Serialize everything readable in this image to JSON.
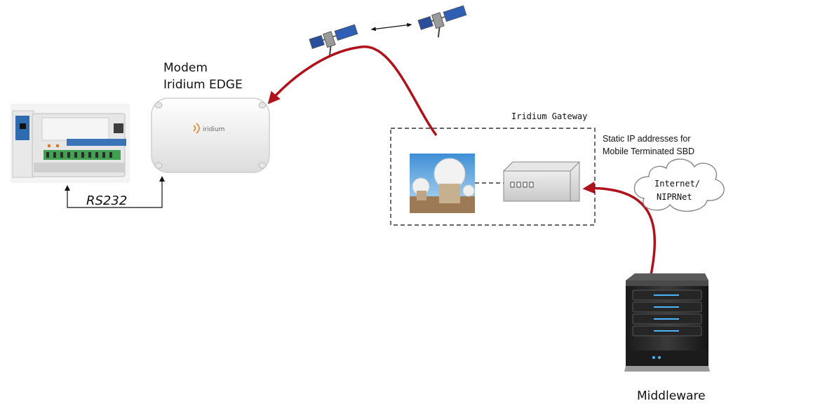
{
  "modem": {
    "title_line1": "Modem",
    "title_line2": "Iridium EDGE",
    "brand": "iridium"
  },
  "connection": {
    "label": "RS232"
  },
  "gateway": {
    "title": "Iridium Gateway"
  },
  "static_ip": {
    "line1": "Static IP addresses for",
    "line2": "Mobile Terminated SBD"
  },
  "cloud": {
    "line1": "Internet/",
    "line2": "NIPRNet"
  },
  "middleware": {
    "label": "Middleware"
  },
  "colors": {
    "link_red": "#b0121b",
    "server_blue": "#4fb4ff",
    "gateway_border": "#333333"
  }
}
